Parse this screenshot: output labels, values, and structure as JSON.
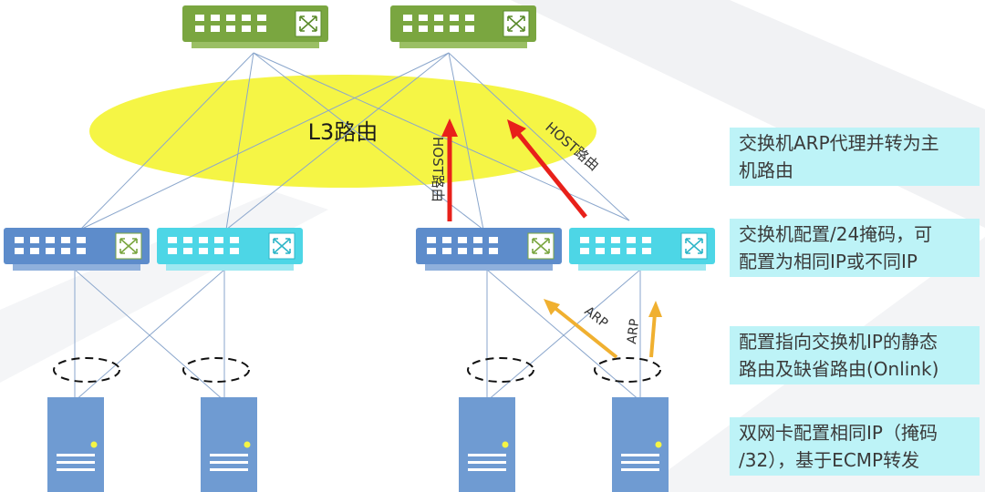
{
  "diagram": {
    "cloud_label": "L3路由",
    "route_labels": {
      "host_route_left": "HOST路由",
      "host_route_right": "HOST路由"
    },
    "arp_labels": [
      "ARP",
      "ARP"
    ],
    "colors": {
      "spine_switch": "#7aa640",
      "leaf_dark": "#5d8ccb",
      "leaf_light": "#4dd6e6",
      "server": "#6f9bd2",
      "cloud": "#f5f545",
      "red_arrow": "#e8201a",
      "arp_arrow": "#f0b030",
      "callout_bg": "#bdf3f7"
    }
  },
  "callouts": [
    {
      "line1": "交换机ARP代理并转为主",
      "line2": "机路由"
    },
    {
      "line1": "交换机配置/24掩码，可",
      "line2": "配置为相同IP或不同IP"
    },
    {
      "line1": "配置指向交换机IP的静态",
      "line2": "路由及缺省路由(Onlink)"
    },
    {
      "line1": "双网卡配置相同IP（掩码",
      "line2": "/32），基于ECMP转发"
    }
  ]
}
